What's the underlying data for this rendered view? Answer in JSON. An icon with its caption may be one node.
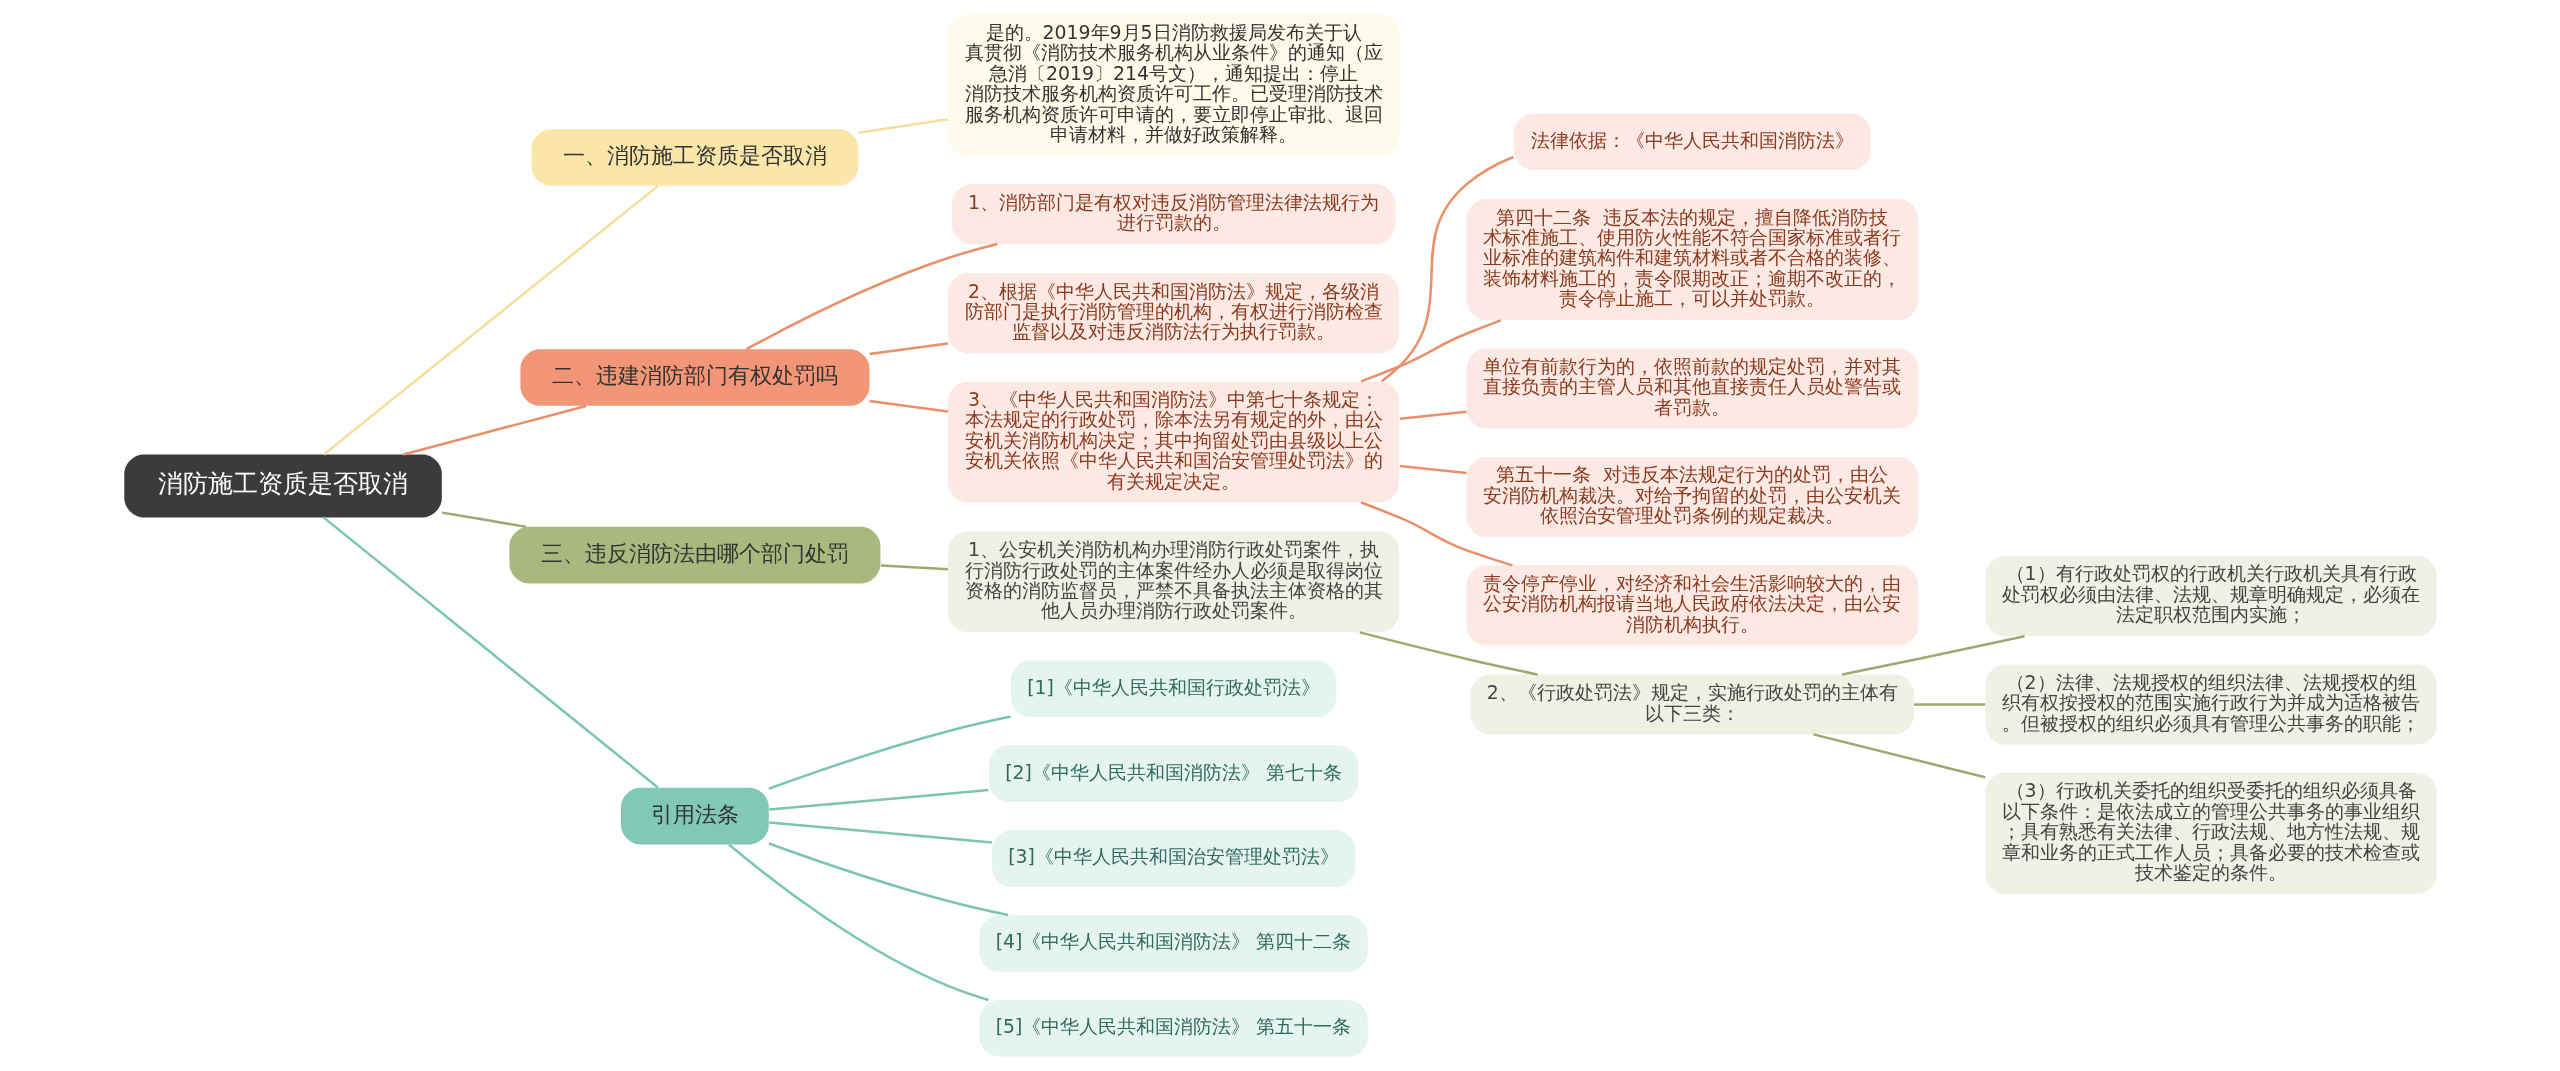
{
  "diagram": {
    "nodes": [
      {
        "text": [
          "消防施工资质是否取消"
        ]
      },
      {
        "text": [
          "一、消防施工资质是否取消"
        ]
      },
      {
        "text": [
          "是的。2019年9月5日消防救援局发布关于认真贯彻《消防技术服务机构从业条件》的通知（应急消〔2019〕214号文），通知提出：停止消防技术服务机构资质许可工作。已受理消防技术服务机构资质许可申请的，要立即停止审批、退回申请材料，并做好政策解释。"
        ]
      },
      {
        "text": [
          "二、违建消防部门有权处罚吗"
        ]
      },
      {
        "text": [
          "1、消防部门是有权对违反消防管理法律法规行为进行罚款的。"
        ]
      },
      {
        "text": [
          "2、根据《中华人民共和国消防法》规定，各级消防部门是执行消防管理的机构，有权进行消防检查监督以及对违反消防法行为执行罚款。"
        ]
      },
      {
        "text": [
          "3、《中华人民共和国消防法》中第七十条规定：本法规定的行政处罚，除本法另有规定的外，由公安机关消防机构决定；其中拘留处罚由县级以上公安机关依照《中华人民共和国治安管理处罚法》的有关规定决定。"
        ]
      },
      {
        "text": [
          "法律依据：《中华人民共和国消防法》"
        ]
      },
      {
        "text": [
          "第四十二条  违反本法的规定，擅自降低消防技术标准施工、使用防火性能不符合国家标准或者行业标准的建筑构件和建筑材料或者不合格的装修、装饰材料施工的，责令限期改正；逾期不改正的，责令停止施工，可以并处罚款。"
        ]
      },
      {
        "text": [
          "单位有前款行为的，依照前款的规定处罚，并对其直接负责的主管人员和其他直接责任人员处警告或者罚款。"
        ]
      },
      {
        "text": [
          "第五十一条  对违反本法规定行为的处罚，由公安消防机构裁决。对给予拘留的处罚，由公安机关依照治安管理处罚条例的规定裁决。"
        ]
      },
      {
        "text": [
          "责令停产停业，对经济和社会生活影响较大的，由公安消防机构报请当地人民政府依法决定，由公安消防机构执行。"
        ]
      },
      {
        "text": [
          "三、违反消防法由哪个部门处罚"
        ]
      },
      {
        "text": [
          "1、公安机关消防机构办理消防行政处罚案件，执行消防行政处罚的主体案件经办人必须是取得岗位资格的消防监督员，严禁不具备执法主体资格的其他人员办理消防行政处罚案件。"
        ]
      },
      {
        "text": [
          "2、《行政处罚法》规定，实施行政处罚的主体有以下三类："
        ]
      },
      {
        "text": [
          "（1）有行政处罚权的行政机关行政机关具有行政处罚权必须由法律、法规、规章明确规定，必须在法定职权范围内实施；"
        ]
      },
      {
        "text": [
          "（2）法律、法规授权的组织法律、法规授权的组织有权按授权的范围实施行政行为并成为适格被告。但被授权的组织必须具有管理公共事务的职能；"
        ]
      },
      {
        "text": [
          "（3）行政机关委托的组织受委托的组织必须具备以下条件：是依法成立的管理公共事务的事业组织；具有熟悉有关法律、行政法规、地方性法规、规章和业务的正式工作人员；具备必要的技术检查或技术鉴定的条件。"
        ]
      },
      {
        "text": [
          "引用法条"
        ]
      },
      {
        "text": [
          "[1]《中华人民共和国行政处罚法》"
        ]
      },
      {
        "text": [
          "[2]《中华人民共和国消防法》 第七十条"
        ]
      },
      {
        "text": [
          "[3]《中华人民共和国治安管理处罚法》"
        ]
      },
      {
        "text": [
          "[4]《中华人民共和国消防法》 第四十二条"
        ]
      },
      {
        "text": [
          "[5]《中华人民共和国消防法》 第五十一条"
        ]
      }
    ],
    "edges": [
      {
        "from": 0,
        "to": 1,
        "arrow": "none",
        "color": "#f5dfa0"
      },
      {
        "from": 1,
        "to": 2,
        "arrow": "none",
        "color": "#f5dfa0"
      },
      {
        "from": 0,
        "to": 3,
        "arrow": "none"
      },
      {
        "from": 3,
        "to": 4,
        "arrow": "none"
      },
      {
        "from": 3,
        "to": 5,
        "arrow": "none"
      },
      {
        "from": 3,
        "to": 6,
        "arrow": "none"
      },
      {
        "from": 6,
        "to": 7,
        "arrow": "none"
      },
      {
        "from": 6,
        "to": 8,
        "arrow": "none"
      },
      {
        "from": 6,
        "to": 9,
        "arrow": "none"
      },
      {
        "from": 6,
        "to": 10,
        "arrow": "none"
      },
      {
        "from": 6,
        "to": 11,
        "arrow": "none"
      },
      {
        "from": 0,
        "to": 12,
        "arrow": "none",
        "color": "#9aab70"
      },
      {
        "from": 12,
        "to": 13,
        "arrow": "none",
        "color": "#9aab70"
      },
      {
        "from": 13,
        "to": 14,
        "arrow": "none",
        "color": "#9aab70"
      },
      {
        "from": 14,
        "to": 15,
        "arrow": "none",
        "color": "#9aab70"
      },
      {
        "from": 14,
        "to": 16,
        "arrow": "none",
        "color": "#9aab70"
      },
      {
        "from": 14,
        "to": 17,
        "arrow": "none",
        "color": "#9aab70"
      },
      {
        "from": 0,
        "to": 18,
        "arrow": "none",
        "color": "#7cc4b4"
      },
      {
        "from": 18,
        "to": 19,
        "arrow": "none",
        "color": "#7cc4b4"
      },
      {
        "from": 18,
        "to": 20,
        "arrow": "none",
        "color": "#7cc4b4"
      },
      {
        "from": 18,
        "to": 21,
        "arrow": "none",
        "color": "#7cc4b4"
      },
      {
        "from": 18,
        "to": 22,
        "arrow": "none",
        "color": "#7cc4b4"
      },
      {
        "from": 18,
        "to": 23,
        "arrow": "none",
        "color": "#7cc4b4"
      }
    ]
  }
}
